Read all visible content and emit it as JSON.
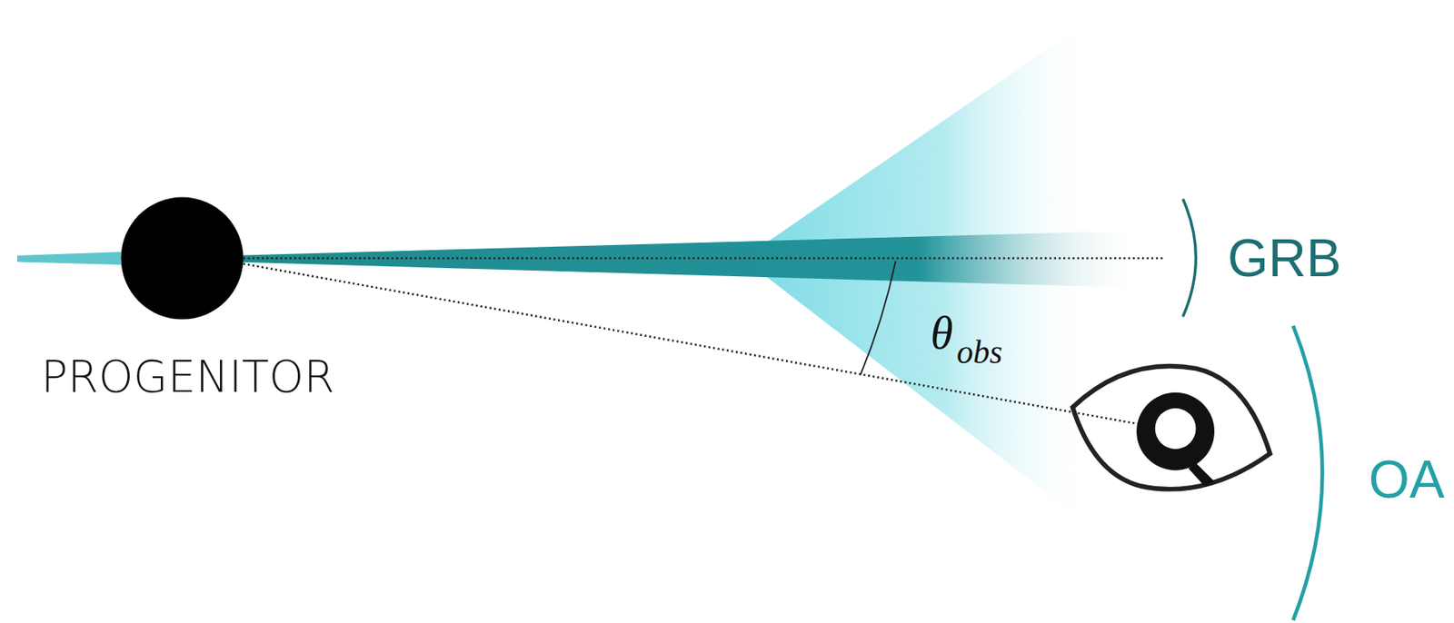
{
  "diagram": {
    "labels": [
      "PROGENITOR",
      "GRB",
      "OA",
      "θ",
      "obs"
    ]
  }
}
